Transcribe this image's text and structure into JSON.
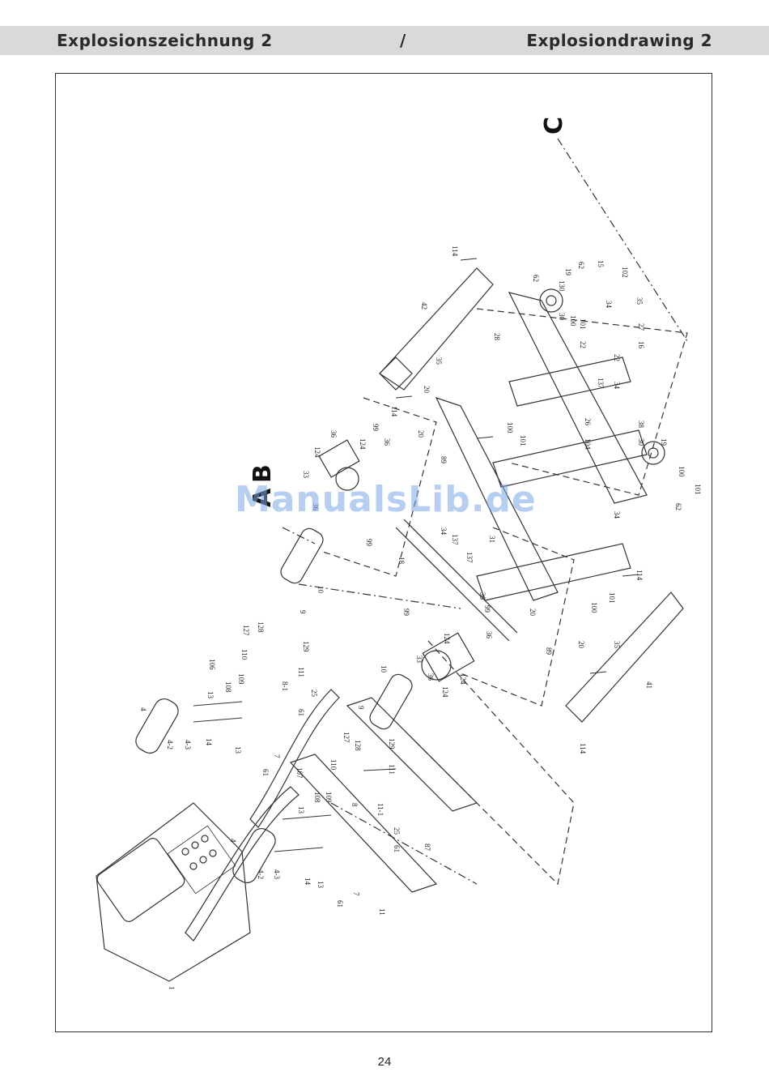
{
  "header": {
    "title_de": "Explosionszeichnung 2",
    "separator": "/",
    "title_en": "Explosiondrawing 2"
  },
  "diagram": {
    "view_markers": [
      "A",
      "B",
      "C"
    ],
    "part_labels": {
      "p1": "1",
      "p4": "4",
      "p4_2": "4-2",
      "p4_3": "4-3",
      "p7": "7",
      "p8": "8",
      "p8_1": "8-1",
      "p9": "9",
      "p10": "10",
      "p11": "11",
      "p11_1": "11-1",
      "p13": "13",
      "p14": "14",
      "p15": "15",
      "p16": "16",
      "p18": "18",
      "p19": "19",
      "p20": "20",
      "p22": "22",
      "p25": "25",
      "p26": "26",
      "p27": "27",
      "p28": "28",
      "p30": "30",
      "p31": "31",
      "p33": "33",
      "p34": "34",
      "p35": "35",
      "p36": "36",
      "p38": "38",
      "p41": "41",
      "p42": "42",
      "p61": "61",
      "p62": "62",
      "p87": "87",
      "p89": "89",
      "p99": "99",
      "p100": "100",
      "p101": "101",
      "p102": "102",
      "p104": "104",
      "p106": "106",
      "p107": "107",
      "p108": "108",
      "p109": "109",
      "p110": "110",
      "p111": "111",
      "p114": "114",
      "p124": "124",
      "p127": "127",
      "p128": "128",
      "p129": "129",
      "p130": "130",
      "p137": "137"
    }
  },
  "watermark": "ManualsLib.de",
  "footer": {
    "page_number": "24"
  }
}
